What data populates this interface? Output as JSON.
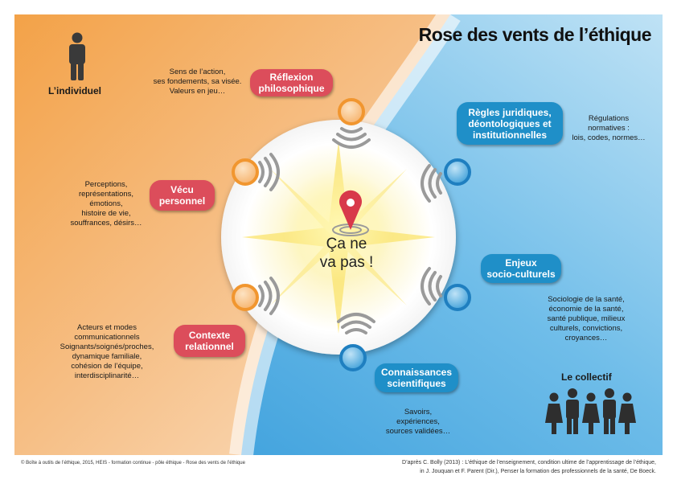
{
  "title": "Rose des vents de l’éthique",
  "individual_label": "L’individuel",
  "collective_label": "Le collectif",
  "center_text": {
    "line1": "Ça ne",
    "line2": "va pas !"
  },
  "poles": [
    {
      "id": "reflexion",
      "label": "Réflexion\nphilosophique",
      "description": "Sens de l’action,\nses fondements, sa visée.\nValeurs en jeu…"
    },
    {
      "id": "regles",
      "label": "Règles juridiques,\ndéontologiques et\ninstitutionnelles",
      "description": "Régulations\nnormatives :\nlois, codes, normes…"
    },
    {
      "id": "enjeux",
      "label": "Enjeux\nsocio-culturels",
      "description": "Sociologie de la santé,\néconomie de la santé,\nsanté publique, milieux\nculturels, convictions,\ncroyances…"
    },
    {
      "id": "connaissances",
      "label": "Connaissances\nscientifiques",
      "description": "Savoirs,\nexpériences,\nsources validées…"
    },
    {
      "id": "contexte",
      "label": "Contexte\nrelationnel",
      "description": "Acteurs et modes\ncommunicationnels\nSoignants/soignés/proches,\ndynamique familiale,\ncohésion de l’équipe,\ninterdisciplinarité…"
    },
    {
      "id": "vecu",
      "label": "Vécu\npersonnel",
      "description": "Perceptions,\nreprésentations,\némotions,\nhistoire de vie,\nsouffrances, désirs…"
    }
  ],
  "footer_left": "© Boîte à outils de l’éthique, 2015, HEIS - formation continue - pôle éthique - Rose des vents de l’éthique",
  "footer_right_1": "D’après C. Bolly (2013) : L’éthique de l’enseignement, condition ultime de l’apprentissage de l’éthique,",
  "footer_right_2": "in J. Jouquan et F. Parent (Dir.), Penser la formation des professionnels de la santé, De Boeck.",
  "colors": {
    "orange": "#f0a24c",
    "blue": "#3aa3de",
    "red_pill": "#dc4d5b",
    "blue_pill": "#1f8fc8",
    "pin": "#d8394a"
  }
}
